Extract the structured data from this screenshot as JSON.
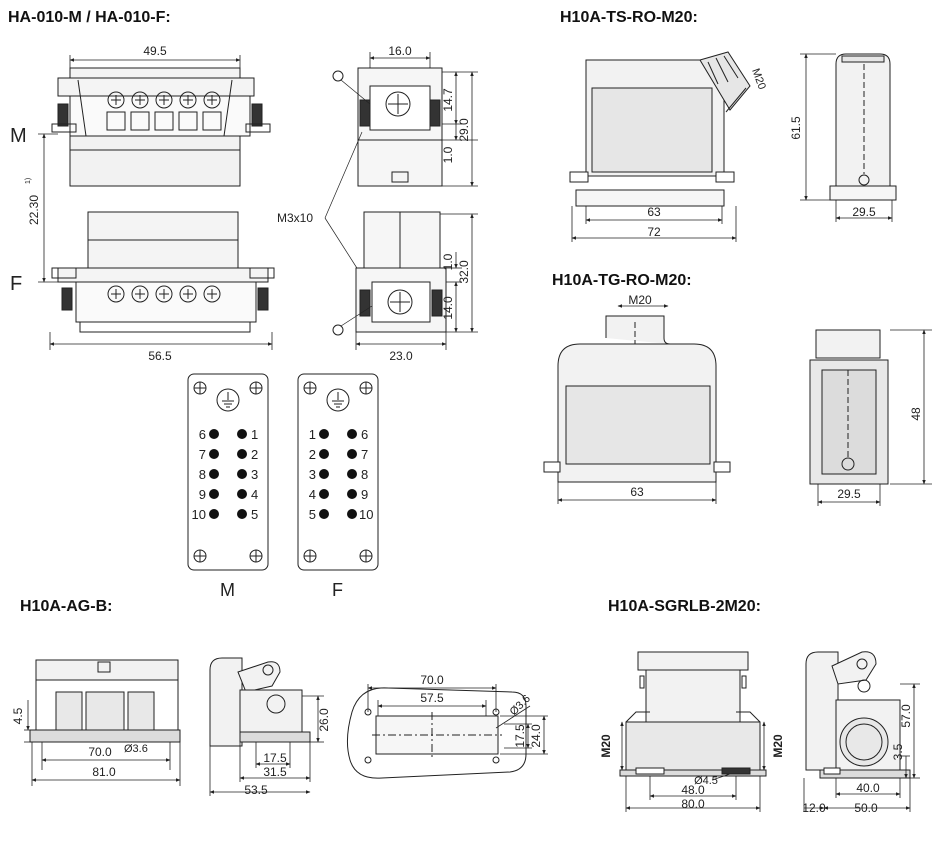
{
  "titles": {
    "main": "HA-010-M / HA-010-F:",
    "ts": "H10A-TS-RO-M20:",
    "tg": "H10A-TG-RO-M20:",
    "ag": "H10A-AG-B:",
    "sgrlb": "H10A-SGRLB-2M20:"
  },
  "labels": {
    "m_side": "M",
    "f_side": "F",
    "m_bottom": "M",
    "f_bottom": "F",
    "screw": "M3x10"
  },
  "dims": {
    "ha_width_top": "49.5",
    "ha_width_bottom": "56.5",
    "ha_height": "22.30",
    "ha_height_sup": "1)",
    "side_top_w": "16.0",
    "side_14_7": "14.7",
    "side_29_0": "29.0",
    "side_1_0_top": "1.0",
    "side_1_0_bot": "1.0",
    "side_32_0": "32.0",
    "side_14_0": "14.0",
    "side_bot_w": "23.0",
    "ts_m20": "M20",
    "ts_61_5": "61.5",
    "ts_63": "63",
    "ts_72": "72",
    "ts_29_5": "29.5",
    "tg_m20": "M20",
    "tg_63": "63",
    "tg_48": "48",
    "tg_29_5": "29.5",
    "ag_4_5": "4.5",
    "ag_70_0": "70.0",
    "ag_d3_6": "Ø3.6",
    "ag_81_0": "81.0",
    "ag_26_0": "26.0",
    "ag_17_5a": "17.5",
    "ag_31_5": "31.5",
    "ag_53_5": "53.5",
    "ag_top_70": "70.0",
    "ag_top_57_5": "57.5",
    "ag_top_d3_6": "Ø3.6",
    "ag_top_17_5": "17.5",
    "ag_top_24_0": "24.0",
    "sg_m20_l": "M20",
    "sg_m20_r": "M20",
    "sg_d4_5": "Ø4.5",
    "sg_48_0": "48.0",
    "sg_80_0": "80.0",
    "sg_57_0": "57.0",
    "sg_3_5": "3.5",
    "sg_40_0": "40.0",
    "sg_12_0": "12.0",
    "sg_50_0": "50.0"
  },
  "pinouts": {
    "m": {
      "left": [
        "6",
        "7",
        "8",
        "9",
        "10"
      ],
      "right": [
        "1",
        "2",
        "3",
        "4",
        "5"
      ]
    },
    "f": {
      "left": [
        "1",
        "2",
        "3",
        "4",
        "5"
      ],
      "right": [
        "6",
        "7",
        "8",
        "9",
        "10"
      ]
    }
  },
  "colors": {
    "line": "#222222",
    "fill": "#f4f4f4",
    "dark": "#333333"
  }
}
